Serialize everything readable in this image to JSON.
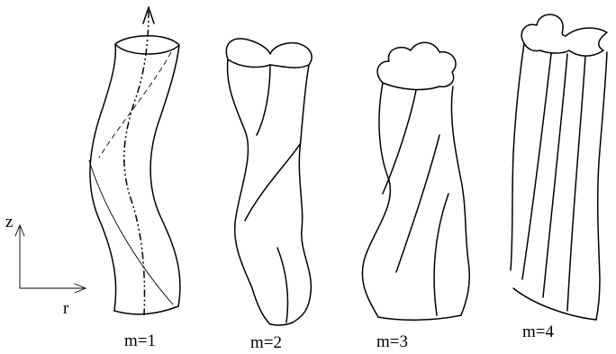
{
  "axes": {
    "z_label": "z",
    "r_label": "r"
  },
  "tubes": [
    {
      "label": "m=1"
    },
    {
      "label": "m=2"
    },
    {
      "label": "m=3"
    },
    {
      "label": "m=4"
    }
  ]
}
